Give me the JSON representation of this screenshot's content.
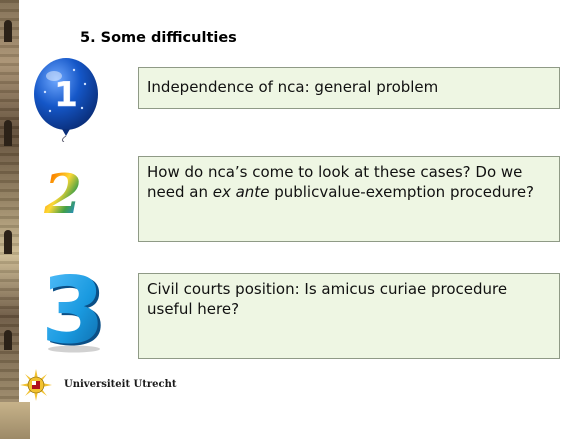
{
  "slide": {
    "title": "5. Some difficulties",
    "items": [
      {
        "number": "1",
        "icon": "balloon-number-one-icon",
        "text": "Independence of nca: general problem"
      },
      {
        "number": "2",
        "icon": "rainbow-number-two-icon",
        "text_before": "How do nca’s come to look at these cases? Do we need an ",
        "text_italic": "ex ante",
        "text_after": " publicvalue-exemption procedure?"
      },
      {
        "number": "3",
        "icon": "blue-3d-number-three-icon",
        "text": "Civil courts position: Is amicus curiae procedure useful here?"
      }
    ],
    "logo_text": "Universiteit Utrecht"
  },
  "colors": {
    "box_fill": "#eef6e3",
    "box_border": "#8f9a86",
    "balloon_blue": "#1557c8",
    "three_blue": "#1a9ae0",
    "logo_gold": "#f2c230",
    "logo_red": "#b0101c"
  }
}
